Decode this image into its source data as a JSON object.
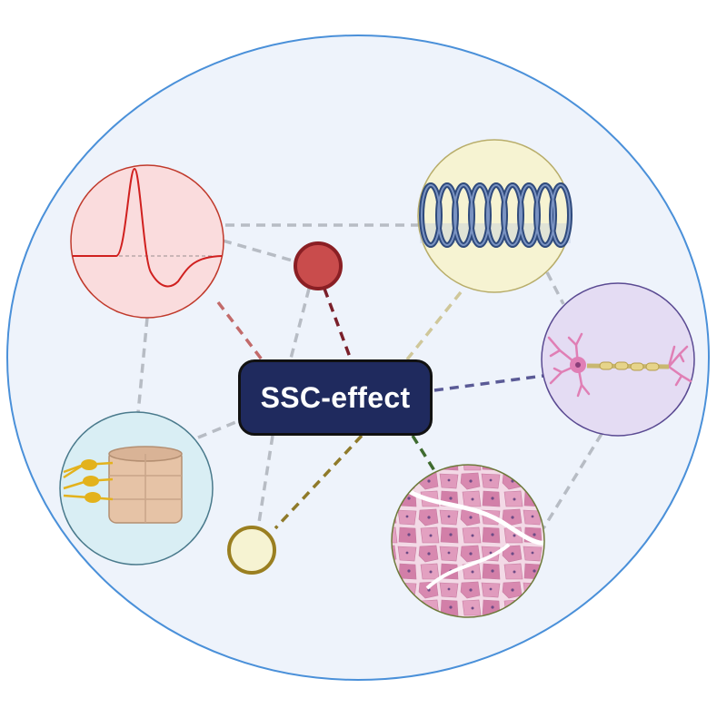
{
  "center": {
    "label": "SSC-effect"
  },
  "nodes": [
    {
      "id": "action-potential",
      "icon": "action-potential-waveform-icon"
    },
    {
      "id": "spring",
      "icon": "coil-spring-icon"
    },
    {
      "id": "neuron",
      "icon": "neuron-icon"
    },
    {
      "id": "muscle-tissue",
      "icon": "muscle-tissue-histology-icon"
    },
    {
      "id": "spinal-cord",
      "icon": "spinal-cord-segment-icon"
    },
    {
      "id": "red-node",
      "icon": "red-dot-icon"
    },
    {
      "id": "yellow-node",
      "icon": "yellow-dot-icon"
    }
  ],
  "colors": {
    "background": "#eef3fb",
    "outline": "#4a90d9",
    "center_fill": "#1f2a5e",
    "red": "#c94c4c",
    "yellow": "#f6f3d2",
    "gray_line": "#b7bcc4"
  }
}
